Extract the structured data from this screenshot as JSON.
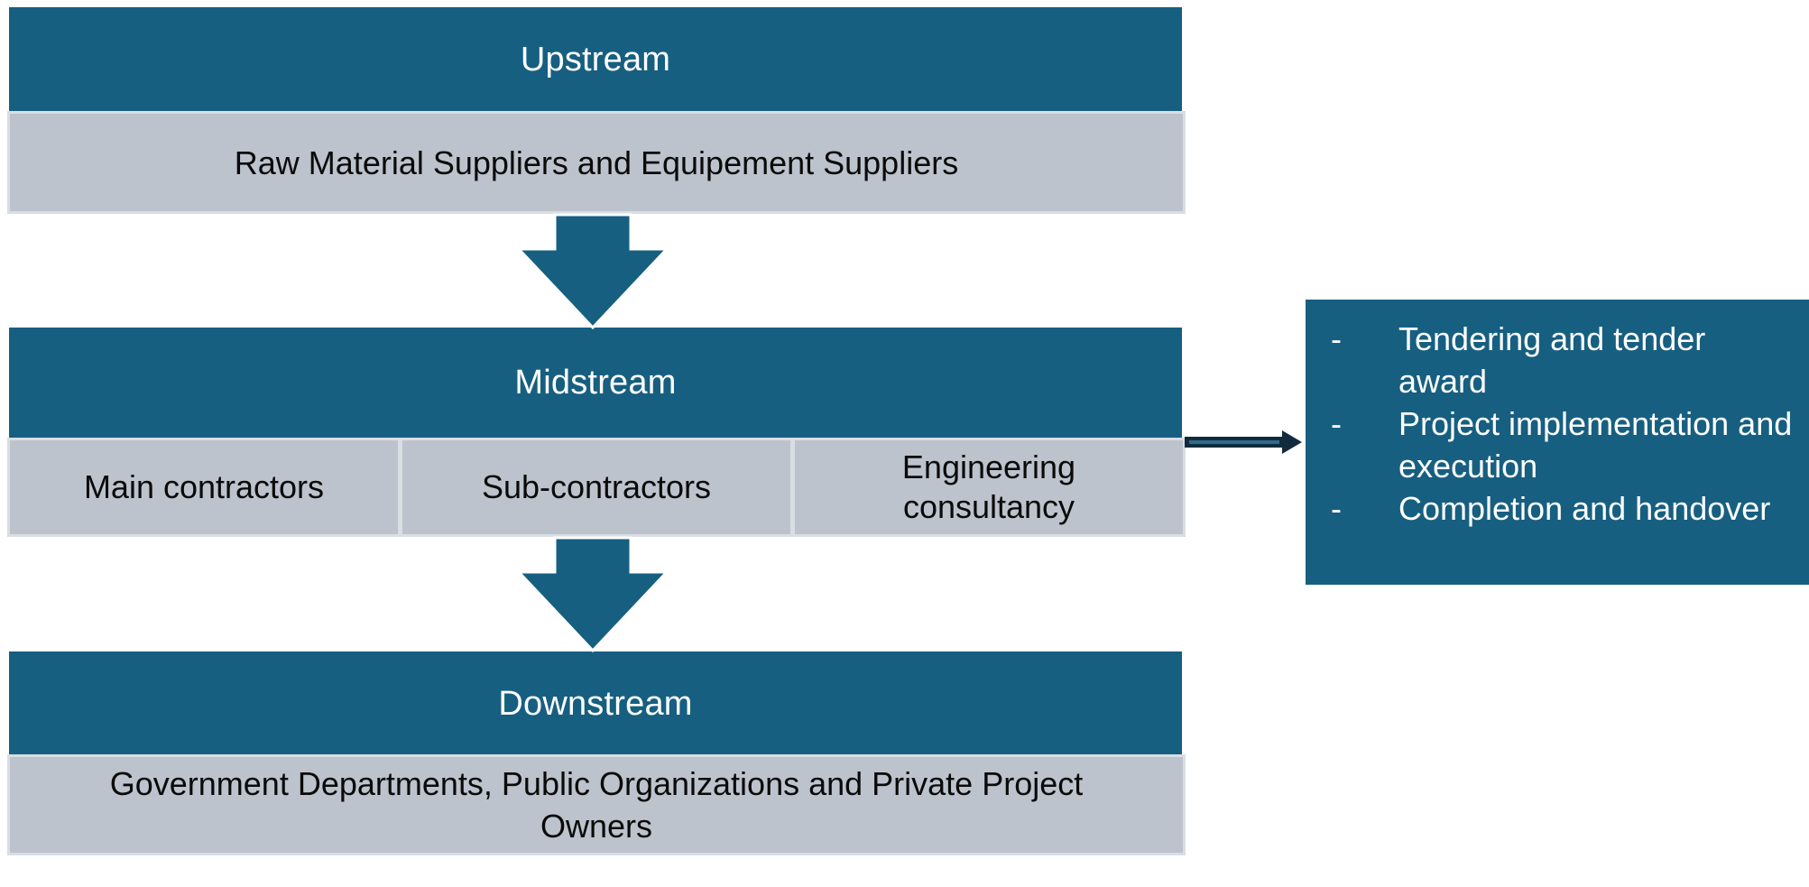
{
  "colors": {
    "teal": "#175F80",
    "gray_fill": "#BCC3CD",
    "gray_border": "#D9DEE3",
    "arrow_dark": "#112B3D",
    "arrow_stripe": "#2E6C8C",
    "text_dark": "#0A0A0A",
    "text_light": "#FFFFFF"
  },
  "diagram": {
    "upstream": {
      "title": "Upstream",
      "body": "Raw Material Suppliers and Equipement Suppliers"
    },
    "midstream": {
      "title": "Midstream",
      "items": [
        "Main contractors",
        "Sub-contractors",
        "Engineering consultancy"
      ]
    },
    "downstream": {
      "title": "Downstream",
      "body": "Government Departments, Public Organizations and Private Project Owners"
    },
    "process_list": {
      "marker": "-",
      "items": [
        "Tendering and tender award",
        "Project implementation and execution",
        "Completion and handover"
      ]
    }
  }
}
